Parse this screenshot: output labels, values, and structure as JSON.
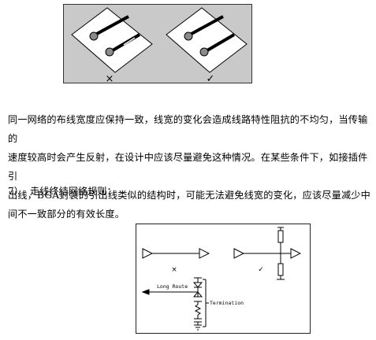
{
  "top_figure": {
    "wrong_mark": "×",
    "right_mark": "✓"
  },
  "paragraph": {
    "lines": [
      "同一网络的布线宽度应保持一致，线宽的变化会造成线路特性阻抗的不均匀，当传输的",
      "速度较高时会产生反射，在设计中应该尽量避免这种情况。在某些条件下，如接插件引",
      "出线，BGA封装的引出线类似的结构时，可能无法避免线宽的变化，应该尽量减少中",
      "间不一致部分的有效长度。"
    ]
  },
  "rule": {
    "number": "7）",
    "text": "走线终结网络规则："
  },
  "bottom_figure": {
    "wrong_mark": "×",
    "right_mark": "✓",
    "long_route_label": "Long Route",
    "termination_label": "Termination"
  }
}
